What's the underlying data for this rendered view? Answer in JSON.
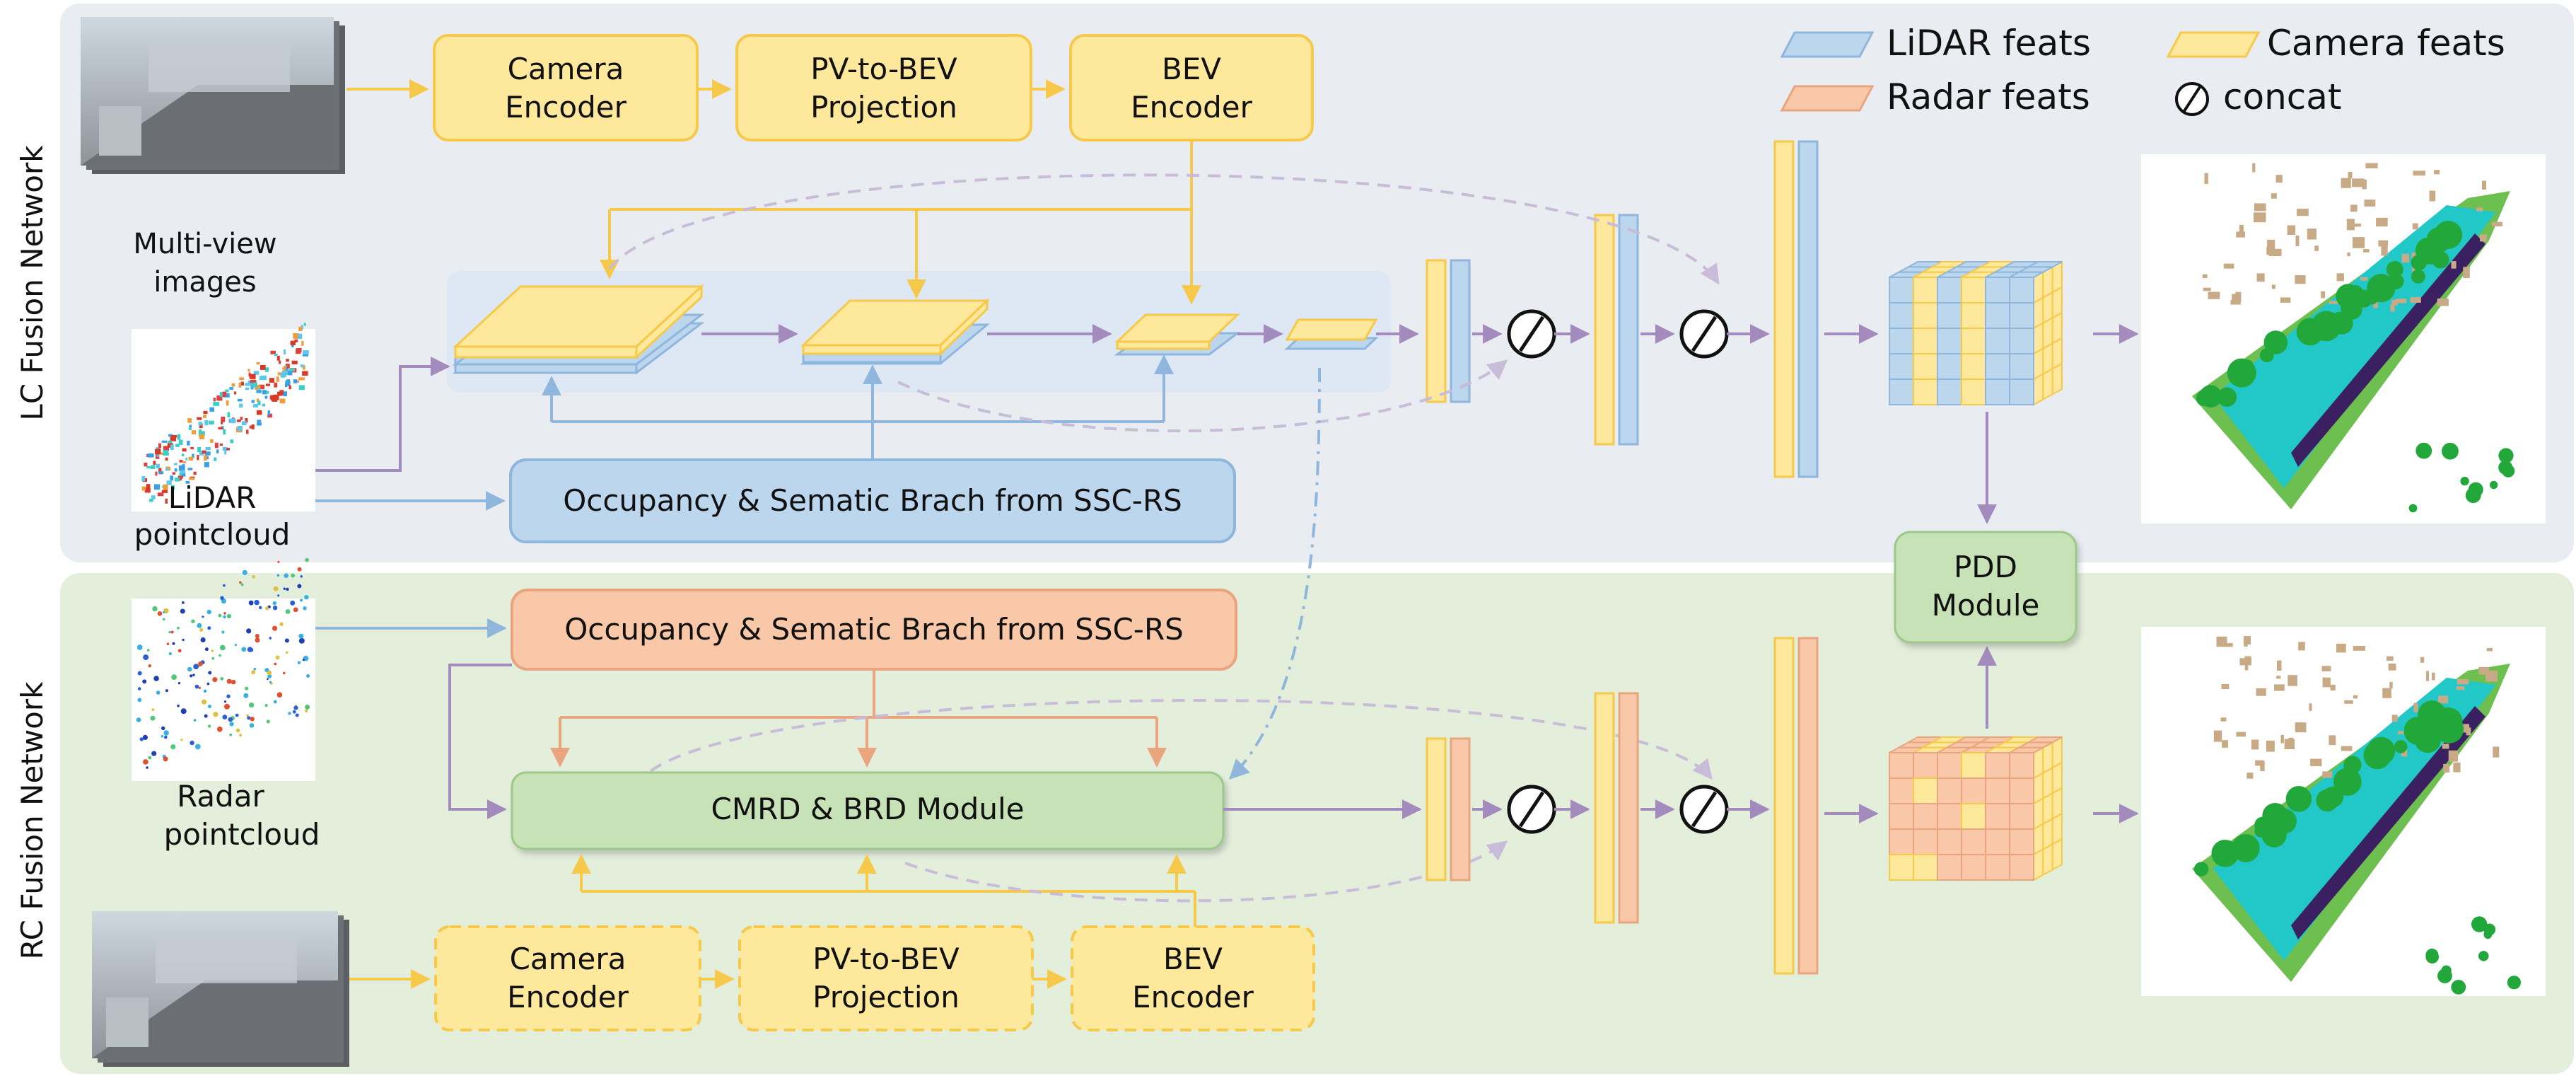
{
  "lc_panel": {
    "side_label": "LC Fusion Network",
    "input_images_label": [
      "Multi-view",
      "images"
    ],
    "lidar_label": [
      "LiDAR",
      "pointcloud"
    ],
    "camera_encoder": [
      "Camera",
      "Encoder"
    ],
    "pv_to_bev": [
      "PV-to-BEV",
      "Projection"
    ],
    "bev_encoder": [
      "BEV",
      "Encoder"
    ],
    "ssc_branch": "Occupancy & Sematic Brach from SSC-RS"
  },
  "rc_panel": {
    "side_label": "RC Fusion Network",
    "radar_label": [
      "Radar",
      "pointcloud"
    ],
    "ssc_branch": "Occupancy & Sematic Brach from SSC-RS",
    "cmrd_module": "CMRD & BRD Module",
    "camera_encoder": [
      "Camera",
      "Encoder"
    ],
    "pv_to_bev": [
      "PV-to-BEV",
      "Projection"
    ],
    "bev_encoder": [
      "BEV",
      "Encoder"
    ]
  },
  "pdd_module": [
    "PDD",
    "Module"
  ],
  "legend": {
    "lidar": "LiDAR feats",
    "camera": "Camera feats",
    "radar": "Radar feats",
    "concat": "concat"
  },
  "colors": {
    "lc_bg": "#e9ecf1",
    "rc_bg": "#e3eedb",
    "camera_fill": "#fde89c",
    "camera_stroke": "#f6c94a",
    "lidar_fill": "#bcd6ee",
    "lidar_stroke": "#8fb6dc",
    "radar_fill": "#f8c8a8",
    "radar_stroke": "#eba57e",
    "module_green": "#c6e2b6",
    "module_green_stroke": "#9cc88a",
    "arrow_purple": "#a48bbd",
    "arrow_blue": "#8fb6dc"
  }
}
